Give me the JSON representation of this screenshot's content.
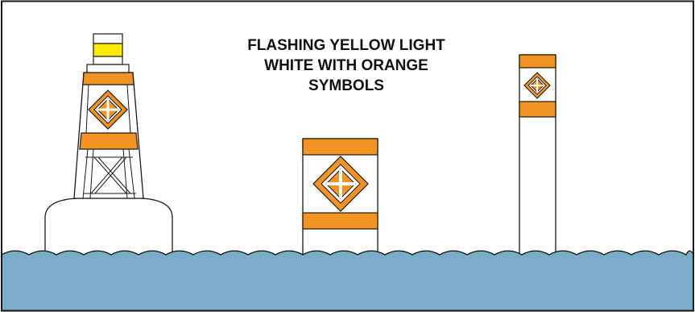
{
  "caption": {
    "line1": "FLASHING YELLOW LIGHT",
    "line2": "WHITE WITH ORANGE",
    "line3": "SYMBOLS"
  },
  "colors": {
    "orange": "#f39323",
    "yellow": "#ffeb00",
    "water": "#7aaec8",
    "outline": "#1a1a1a",
    "white": "#ffffff"
  },
  "icons": {
    "symbol": "orange-diamond-with-cross"
  }
}
